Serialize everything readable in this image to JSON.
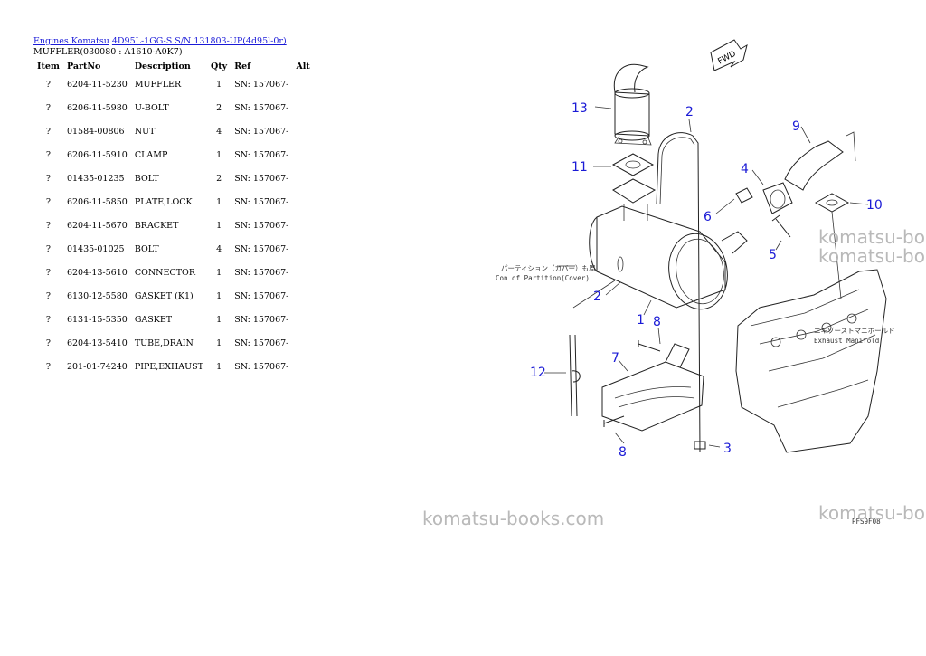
{
  "breadcrumb": {
    "link1": "Engines Komatsu",
    "link2": "4D95L-1GG-S S/N 131803-UP(4d95l-0r)"
  },
  "subtitle": "MUFFLER(030080 : A1610-A0K7)",
  "table": {
    "headers": [
      "Item",
      "PartNo",
      "Description",
      "Qty",
      "Ref",
      "Alt"
    ],
    "rows": [
      {
        "item": "?",
        "partno": "6204-11-5230",
        "description": "MUFFLER",
        "qty": "1",
        "ref": "SN: 157067-",
        "alt": ""
      },
      {
        "item": "?",
        "partno": "6206-11-5980",
        "description": "U-BOLT",
        "qty": "2",
        "ref": "SN: 157067-",
        "alt": ""
      },
      {
        "item": "?",
        "partno": "01584-00806",
        "description": "NUT",
        "qty": "4",
        "ref": "SN: 157067-",
        "alt": ""
      },
      {
        "item": "?",
        "partno": "6206-11-5910",
        "description": "CLAMP",
        "qty": "1",
        "ref": "SN: 157067-",
        "alt": ""
      },
      {
        "item": "?",
        "partno": "01435-01235",
        "description": "BOLT",
        "qty": "2",
        "ref": "SN: 157067-",
        "alt": ""
      },
      {
        "item": "?",
        "partno": "6206-11-5850",
        "description": "PLATE,LOCK",
        "qty": "1",
        "ref": "SN: 157067-",
        "alt": ""
      },
      {
        "item": "?",
        "partno": "6204-11-5670",
        "description": "BRACKET",
        "qty": "1",
        "ref": "SN: 157067-",
        "alt": ""
      },
      {
        "item": "?",
        "partno": "01435-01025",
        "description": "BOLT",
        "qty": "4",
        "ref": "SN: 157067-",
        "alt": ""
      },
      {
        "item": "?",
        "partno": "6204-13-5610",
        "description": "CONNECTOR",
        "qty": "1",
        "ref": "SN: 157067-",
        "alt": ""
      },
      {
        "item": "?",
        "partno": "6130-12-5580",
        "description": "GASKET (K1)",
        "qty": "1",
        "ref": "SN: 157067-",
        "alt": ""
      },
      {
        "item": "?",
        "partno": "6131-15-5350",
        "description": "GASKET",
        "qty": "1",
        "ref": "SN: 157067-",
        "alt": ""
      },
      {
        "item": "?",
        "partno": "6204-13-5410",
        "description": "TUBE,DRAIN",
        "qty": "1",
        "ref": "SN: 157067-",
        "alt": ""
      },
      {
        "item": "?",
        "partno": "201-01-74240",
        "description": "PIPE,EXHAUST",
        "qty": "1",
        "ref": "SN: 157067-",
        "alt": ""
      }
    ]
  },
  "diagram": {
    "fwd_label": "FWD",
    "callouts": [
      "13",
      "2",
      "9",
      "4",
      "11",
      "6",
      "10",
      "5",
      "2",
      "1",
      "8",
      "7",
      "12",
      "8",
      "3"
    ],
    "note_partition_jp": "パーティション（カバー）も周",
    "note_partition_en": "Con of Partition(Cover)",
    "note_exhaust_jp": "エキゾーストマニホールド",
    "note_exhaust_en": "Exhaust Manifold",
    "drawing_code": "PFS9F08"
  },
  "watermarks": {
    "main": "komatsu-books.com",
    "edge": "komatsu-bo"
  },
  "colors": {
    "link": "#1a1ad8",
    "callout": "#1b1bd6",
    "watermark": "#b9b9b9"
  }
}
